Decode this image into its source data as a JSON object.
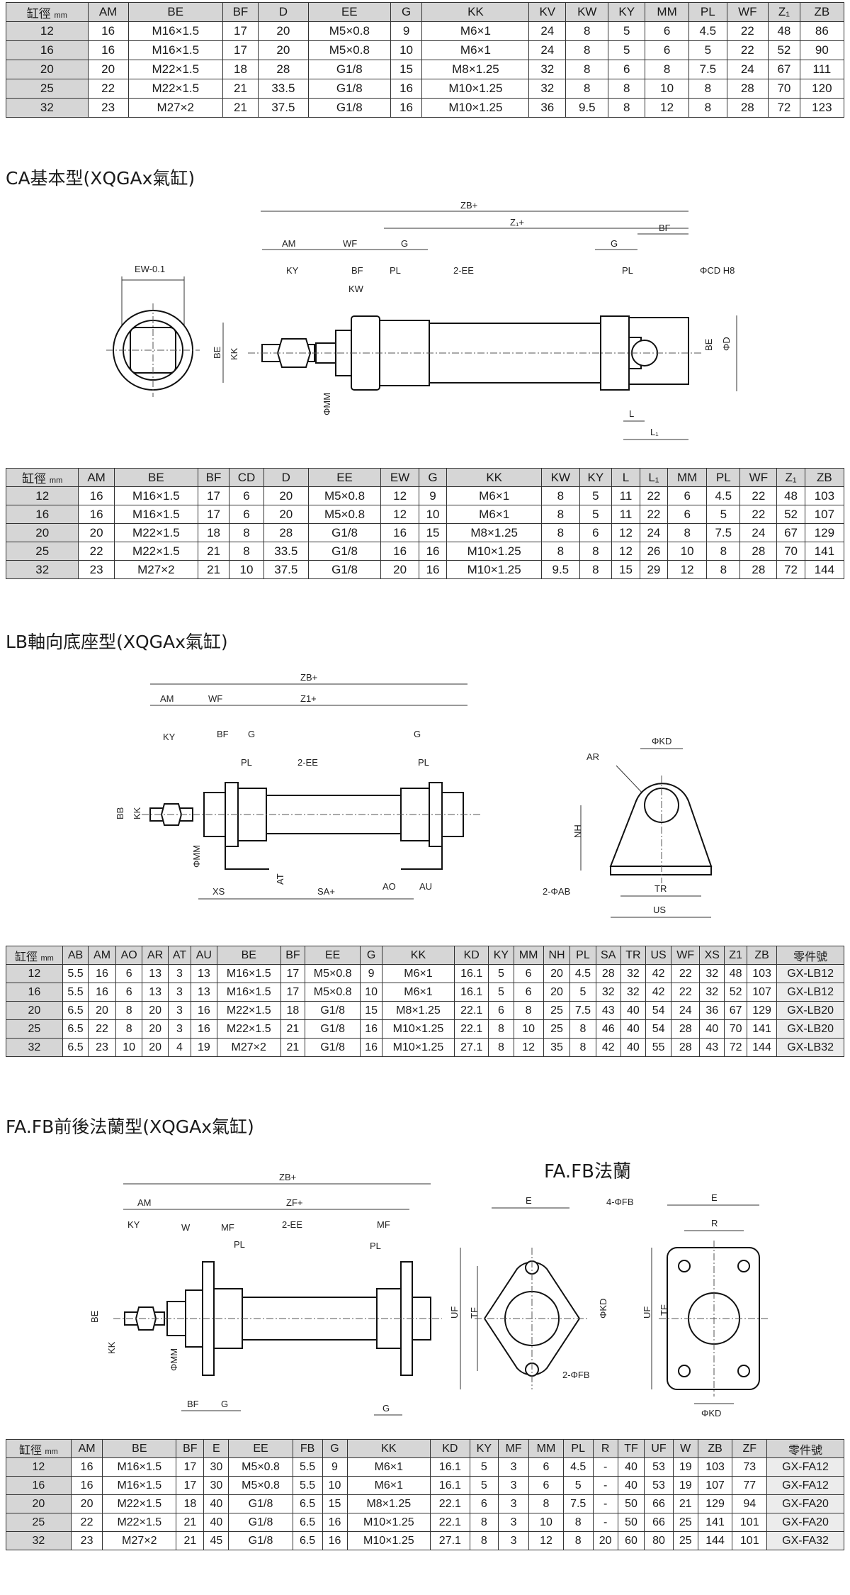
{
  "tables": {
    "t1": {
      "unit": "mm",
      "headers": [
        "缸徑",
        "AM",
        "BE",
        "BF",
        "D",
        "EE",
        "G",
        "KK",
        "KV",
        "KW",
        "KY",
        "MM",
        "PL",
        "WF",
        "Z₁",
        "ZB"
      ],
      "rows": [
        [
          "12",
          "16",
          "M16×1.5",
          "17",
          "20",
          "M5×0.8",
          "9",
          "M6×1",
          "24",
          "8",
          "5",
          "6",
          "4.5",
          "22",
          "48",
          "86"
        ],
        [
          "16",
          "16",
          "M16×1.5",
          "17",
          "20",
          "M5×0.8",
          "10",
          "M6×1",
          "24",
          "8",
          "5",
          "6",
          "5",
          "22",
          "52",
          "90"
        ],
        [
          "20",
          "20",
          "M22×1.5",
          "18",
          "28",
          "G1/8",
          "15",
          "M8×1.25",
          "32",
          "8",
          "6",
          "8",
          "7.5",
          "24",
          "67",
          "111"
        ],
        [
          "25",
          "22",
          "M22×1.5",
          "21",
          "33.5",
          "G1/8",
          "16",
          "M10×1.25",
          "32",
          "8",
          "8",
          "10",
          "8",
          "28",
          "70",
          "120"
        ],
        [
          "32",
          "23",
          "M27×2",
          "21",
          "37.5",
          "G1/8",
          "16",
          "M10×1.25",
          "36",
          "9.5",
          "8",
          "12",
          "8",
          "28",
          "72",
          "123"
        ]
      ]
    },
    "t2": {
      "unit": "mm",
      "headers": [
        "缸徑",
        "AM",
        "BE",
        "BF",
        "CD",
        "D",
        "EE",
        "EW",
        "G",
        "KK",
        "KW",
        "KY",
        "L",
        "L₁",
        "MM",
        "PL",
        "WF",
        "Z₁",
        "ZB"
      ],
      "rows": [
        [
          "12",
          "16",
          "M16×1.5",
          "17",
          "6",
          "20",
          "M5×0.8",
          "12",
          "9",
          "M6×1",
          "8",
          "5",
          "11",
          "22",
          "6",
          "4.5",
          "22",
          "48",
          "103"
        ],
        [
          "16",
          "16",
          "M16×1.5",
          "17",
          "6",
          "20",
          "M5×0.8",
          "12",
          "10",
          "M6×1",
          "8",
          "5",
          "11",
          "22",
          "6",
          "5",
          "22",
          "52",
          "107"
        ],
        [
          "20",
          "20",
          "M22×1.5",
          "18",
          "8",
          "28",
          "G1/8",
          "16",
          "15",
          "M8×1.25",
          "8",
          "6",
          "12",
          "24",
          "8",
          "7.5",
          "24",
          "67",
          "129"
        ],
        [
          "25",
          "22",
          "M22×1.5",
          "21",
          "8",
          "33.5",
          "G1/8",
          "16",
          "16",
          "M10×1.25",
          "8",
          "8",
          "12",
          "26",
          "10",
          "8",
          "28",
          "70",
          "141"
        ],
        [
          "32",
          "23",
          "M27×2",
          "21",
          "10",
          "37.5",
          "G1/8",
          "20",
          "16",
          "M10×1.25",
          "9.5",
          "8",
          "15",
          "29",
          "12",
          "8",
          "28",
          "72",
          "144"
        ]
      ]
    },
    "t3": {
      "unit": "mm",
      "headers": [
        "缸徑",
        "AB",
        "AM",
        "AO",
        "AR",
        "AT",
        "AU",
        "BE",
        "BF",
        "EE",
        "G",
        "KK",
        "KD",
        "KY",
        "MM",
        "NH",
        "PL",
        "SA",
        "TR",
        "US",
        "WF",
        "XS",
        "Z1",
        "ZB",
        "零件號"
      ],
      "rows": [
        [
          "12",
          "5.5",
          "16",
          "6",
          "13",
          "3",
          "13",
          "M16×1.5",
          "17",
          "M5×0.8",
          "9",
          "M6×1",
          "16.1",
          "5",
          "6",
          "20",
          "4.5",
          "28",
          "32",
          "42",
          "22",
          "32",
          "48",
          "103",
          "GX-LB12"
        ],
        [
          "16",
          "5.5",
          "16",
          "6",
          "13",
          "3",
          "13",
          "M16×1.5",
          "17",
          "M5×0.8",
          "10",
          "M6×1",
          "16.1",
          "5",
          "6",
          "20",
          "5",
          "32",
          "32",
          "42",
          "22",
          "32",
          "52",
          "107",
          "GX-LB12"
        ],
        [
          "20",
          "6.5",
          "20",
          "8",
          "20",
          "3",
          "16",
          "M22×1.5",
          "18",
          "G1/8",
          "15",
          "M8×1.25",
          "22.1",
          "6",
          "8",
          "25",
          "7.5",
          "43",
          "40",
          "54",
          "24",
          "36",
          "67",
          "129",
          "GX-LB20"
        ],
        [
          "25",
          "6.5",
          "22",
          "8",
          "20",
          "3",
          "16",
          "M22×1.5",
          "21",
          "G1/8",
          "16",
          "M10×1.25",
          "22.1",
          "8",
          "10",
          "25",
          "8",
          "46",
          "40",
          "54",
          "28",
          "40",
          "70",
          "141",
          "GX-LB20"
        ],
        [
          "32",
          "6.5",
          "23",
          "10",
          "20",
          "4",
          "19",
          "M27×2",
          "21",
          "G1/8",
          "16",
          "M10×1.25",
          "27.1",
          "8",
          "12",
          "35",
          "8",
          "42",
          "40",
          "55",
          "28",
          "43",
          "72",
          "144",
          "GX-LB32"
        ]
      ]
    },
    "t4": {
      "unit": "mm",
      "headers": [
        "缸徑",
        "AM",
        "BE",
        "BF",
        "E",
        "EE",
        "FB",
        "G",
        "KK",
        "KD",
        "KY",
        "MF",
        "MM",
        "PL",
        "R",
        "TF",
        "UF",
        "W",
        "ZB",
        "ZF",
        "零件號"
      ],
      "rows": [
        [
          "12",
          "16",
          "M16×1.5",
          "17",
          "30",
          "M5×0.8",
          "5.5",
          "9",
          "M6×1",
          "16.1",
          "5",
          "3",
          "6",
          "4.5",
          "-",
          "40",
          "53",
          "19",
          "103",
          "73",
          "GX-FA12"
        ],
        [
          "16",
          "16",
          "M16×1.5",
          "17",
          "30",
          "M5×0.8",
          "5.5",
          "10",
          "M6×1",
          "16.1",
          "5",
          "3",
          "6",
          "5",
          "-",
          "40",
          "53",
          "19",
          "107",
          "77",
          "GX-FA12"
        ],
        [
          "20",
          "20",
          "M22×1.5",
          "18",
          "40",
          "G1/8",
          "6.5",
          "15",
          "M8×1.25",
          "22.1",
          "6",
          "3",
          "8",
          "7.5",
          "-",
          "50",
          "66",
          "21",
          "129",
          "94",
          "GX-FA20"
        ],
        [
          "25",
          "22",
          "M22×1.5",
          "21",
          "40",
          "G1/8",
          "6.5",
          "16",
          "M10×1.25",
          "22.1",
          "8",
          "3",
          "10",
          "8",
          "-",
          "50",
          "66",
          "25",
          "141",
          "101",
          "GX-FA20"
        ],
        [
          "32",
          "23",
          "M27×2",
          "21",
          "45",
          "G1/8",
          "6.5",
          "16",
          "M10×1.25",
          "27.1",
          "8",
          "3",
          "12",
          "8",
          "20",
          "60",
          "80",
          "25",
          "144",
          "101",
          "GX-FA32"
        ]
      ]
    }
  },
  "sections": {
    "ca_title": "CA基本型(XQGAx氣缸)",
    "lb_title": "LB軸向底座型(XQGAx氣缸)",
    "fa_title": "FA.FB前後法蘭型(XQGAx氣缸)",
    "fa_flange_title": "FA.FB法蘭"
  },
  "drawings": {
    "ca": {
      "ZB": "ZB+",
      "Z1": "Z₁+",
      "AM": "AM",
      "WF": "WF",
      "G": "G",
      "BF": "BF",
      "KY": "KY",
      "PL": "PL",
      "EE": "2-EE",
      "KW": "KW",
      "CD": "ΦCD H8",
      "EW": "EW-0.1",
      "BE": "BE",
      "KK": "KK",
      "MM": "ΦMM",
      "D": "ΦD",
      "L": "L",
      "L1": "L₁"
    },
    "lb": {
      "ZB": "ZB+",
      "AM": "AM",
      "WF": "WF",
      "Z1": "Z1+",
      "KY": "KY",
      "BF": "BF",
      "G": "G",
      "PL": "PL",
      "EE": "2-EE",
      "BB": "BB",
      "KK": "KK",
      "MM": "ΦMM",
      "AT": "AT",
      "XS": "XS",
      "SA": "SA+",
      "AO": "AO",
      "AU": "AU",
      "KD": "ΦKD",
      "AR": "AR",
      "NH": "NH",
      "AB": "2-ΦAB",
      "TR": "TR",
      "US": "US"
    },
    "fa": {
      "ZB": "ZB+",
      "AM": "AM",
      "ZF": "ZF+",
      "KY": "KY",
      "W": "W",
      "MF": "MF",
      "EE": "2-EE",
      "PL": "PL",
      "BE": "BE",
      "KK": "KK",
      "MM": "ΦMM",
      "BF": "BF",
      "G": "G",
      "E": "E",
      "FB4": "4-ΦFB",
      "R": "R",
      "UF": "UF",
      "TF": "TF",
      "KD": "ΦKD",
      "FB2": "2-ΦFB"
    }
  }
}
